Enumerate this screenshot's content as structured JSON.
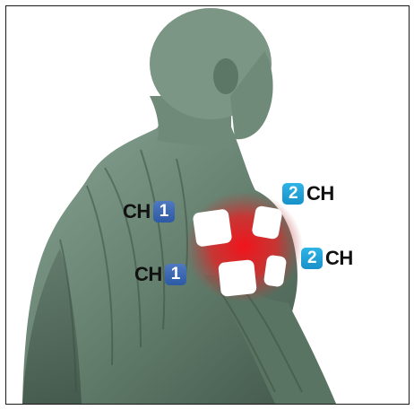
{
  "image": {
    "subject": "electrode-placement-illustration",
    "colors": {
      "background": "#ffffff",
      "skin": "#6f8a78",
      "stimulation_glow": "#e3262b",
      "ch1_badge": "#3a66b1",
      "ch2_badge": "#22a5db",
      "pad": "#ffffff"
    }
  },
  "labels": {
    "ch1_upper": {
      "text": "CH",
      "number": "1"
    },
    "ch1_lower": {
      "text": "CH",
      "number": "1"
    },
    "ch2_upper": {
      "number": "2",
      "text": "CH"
    },
    "ch2_lower": {
      "number": "2",
      "text": "CH"
    }
  }
}
